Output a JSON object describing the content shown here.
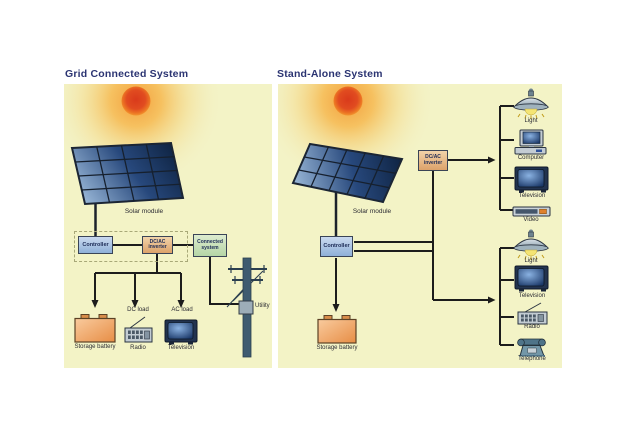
{
  "left_panel": {
    "title": "Grid Connected System",
    "solar_module": "Solar module",
    "controller": "Controller",
    "inverter": "DC/AC inverter",
    "connected_system": "Connected system",
    "utility": "Utility",
    "dc_load": "DC load",
    "ac_load": "AC load",
    "storage_battery": "Storage battery",
    "radio": "Radio",
    "television": "Television"
  },
  "right_panel": {
    "title": "Stand-Alone System",
    "solar_module": "Solar module",
    "inverter": "DC/AC inverter",
    "controller": "Controller",
    "storage_battery": "Storage battery",
    "ac_appliances": [
      "Light",
      "Computer",
      "Television",
      "Video"
    ],
    "dc_appliances": [
      "Light",
      "Television",
      "Radio",
      "Telephone"
    ]
  },
  "colors": {
    "panel_background": "#f3f3c6",
    "title_text": "#2b3472",
    "sun_core": "#e04a20",
    "sun_glow": "#f6b84e",
    "solar_cell_dark": "#0f2443",
    "solar_cell_light": "#9ab8d8",
    "wire": "#1c1c1c",
    "controller_fill": "#a9c4e2",
    "inverter_fill": "#e6bc88",
    "connected_system_fill": "#cbe2ba",
    "battery_fill": "#f0a869",
    "utility_pole_fill": "#3f5b70"
  }
}
